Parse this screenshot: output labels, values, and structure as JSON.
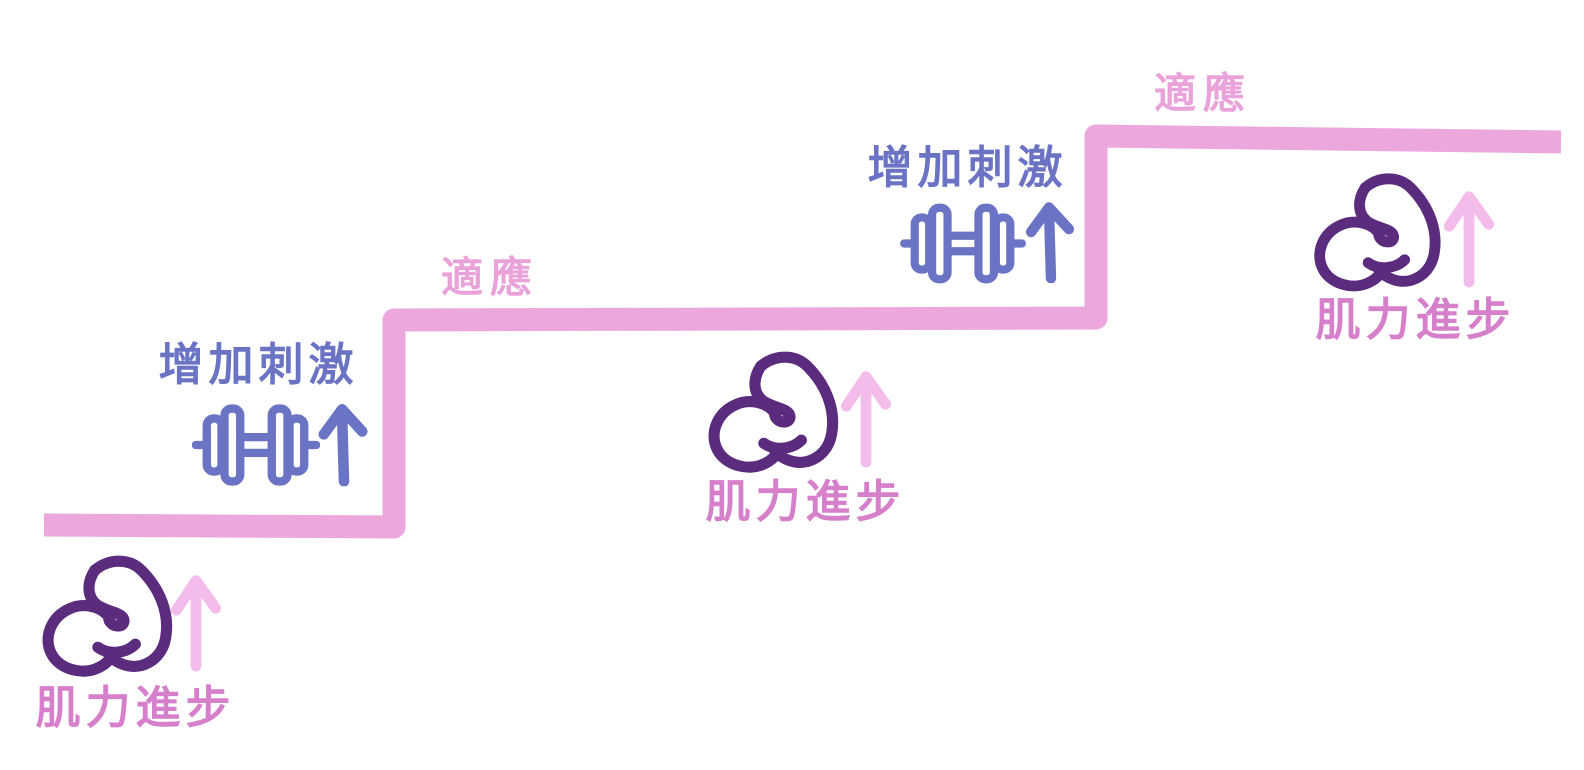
{
  "diagram": {
    "title_meaning": "progressive-overload-staircase",
    "labels": {
      "adaptation": "適應",
      "increase_stimulus": "增加刺激",
      "strength_progress": "肌力進步"
    },
    "icons": {
      "flexed_biceps": "💪",
      "dumbbell": "🏋",
      "up_arrow": "↑"
    },
    "colors": {
      "step_line": "#ECA7DC",
      "adaptation_text": "#E9A3DA",
      "stimulus_text": "#6B74C4",
      "progress_text": "#D67FCA",
      "bicep_icon": "#5B2B7D",
      "pink_arrow": "#F4BCEA"
    }
  }
}
